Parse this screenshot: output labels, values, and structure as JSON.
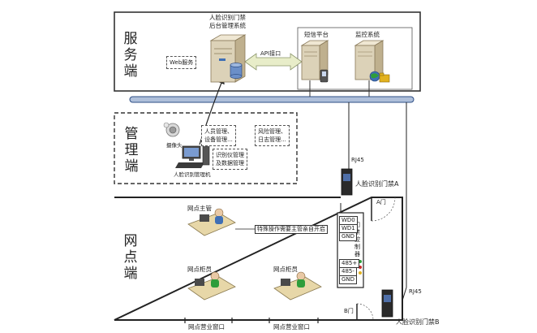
{
  "zones": {
    "server": "服务端",
    "management": "管理端",
    "branch": "网点端"
  },
  "server": {
    "backend_title_1": "人脸识别门禁",
    "backend_title_2": "后台管理系统",
    "web_service": "Web服务",
    "api": "API接口",
    "sms_platform": "短信平台",
    "monitoring": "监控系统"
  },
  "management": {
    "camera": "摄像头",
    "personnel_device": "人员管理、\n设备管理...",
    "risk_log": "风险管理、\n日志管理...",
    "recognizer_data": "识别仪管理\n及数据管理",
    "computer": "人脸识别管理机"
  },
  "access": {
    "rj45_a": "RJ45",
    "gate_a": "人脸识别门禁A",
    "door_a": "A门",
    "rj45_b": "RJ45",
    "gate_b": "人脸识别门禁B",
    "door_b": "B门",
    "controller": "门禁控制器",
    "ports": [
      "WD0",
      "WD1",
      "GND",
      "485+",
      "485-",
      "GND"
    ]
  },
  "branch": {
    "supervisor": "网点主管",
    "special_op": "特殊操作需要主管亲自开启",
    "teller_1": "网点柜员",
    "teller_2": "网点柜员",
    "window_1": "网点营业窗口",
    "window_2": "网点营业窗口"
  },
  "colors": {
    "bus": "#aebfda",
    "bus_stroke": "#2f4f86",
    "server_fill": "#dcd2b8",
    "api_arrow": "#e8edc9",
    "led_green": "#2e9d3a",
    "led_red": "#c62d2d",
    "led_yellow": "#e2b220",
    "monitor_blue": "#3f6fb5"
  }
}
